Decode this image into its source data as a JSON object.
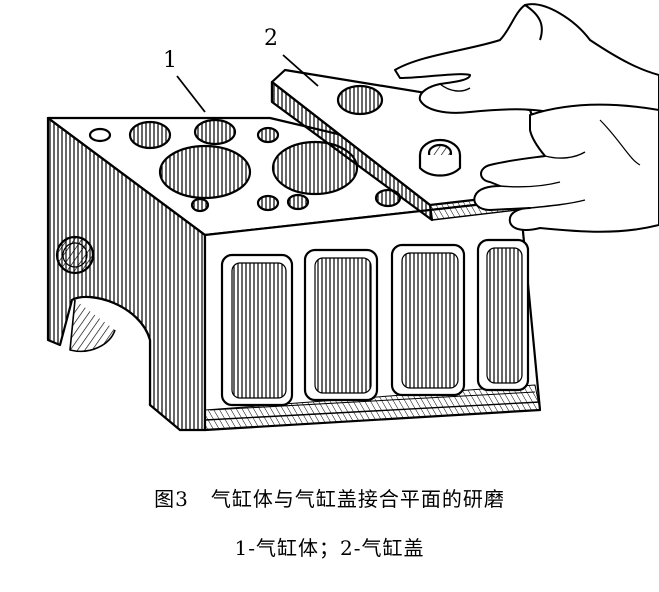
{
  "labels": {
    "part1": "1",
    "part2": "2"
  },
  "caption": {
    "figure": "图3",
    "title": "气缸体与气缸盖接合平面的研磨",
    "legend": "1-气缸体；2-气缸盖"
  },
  "colors": {
    "ink": "#000000",
    "paper": "#ffffff"
  }
}
